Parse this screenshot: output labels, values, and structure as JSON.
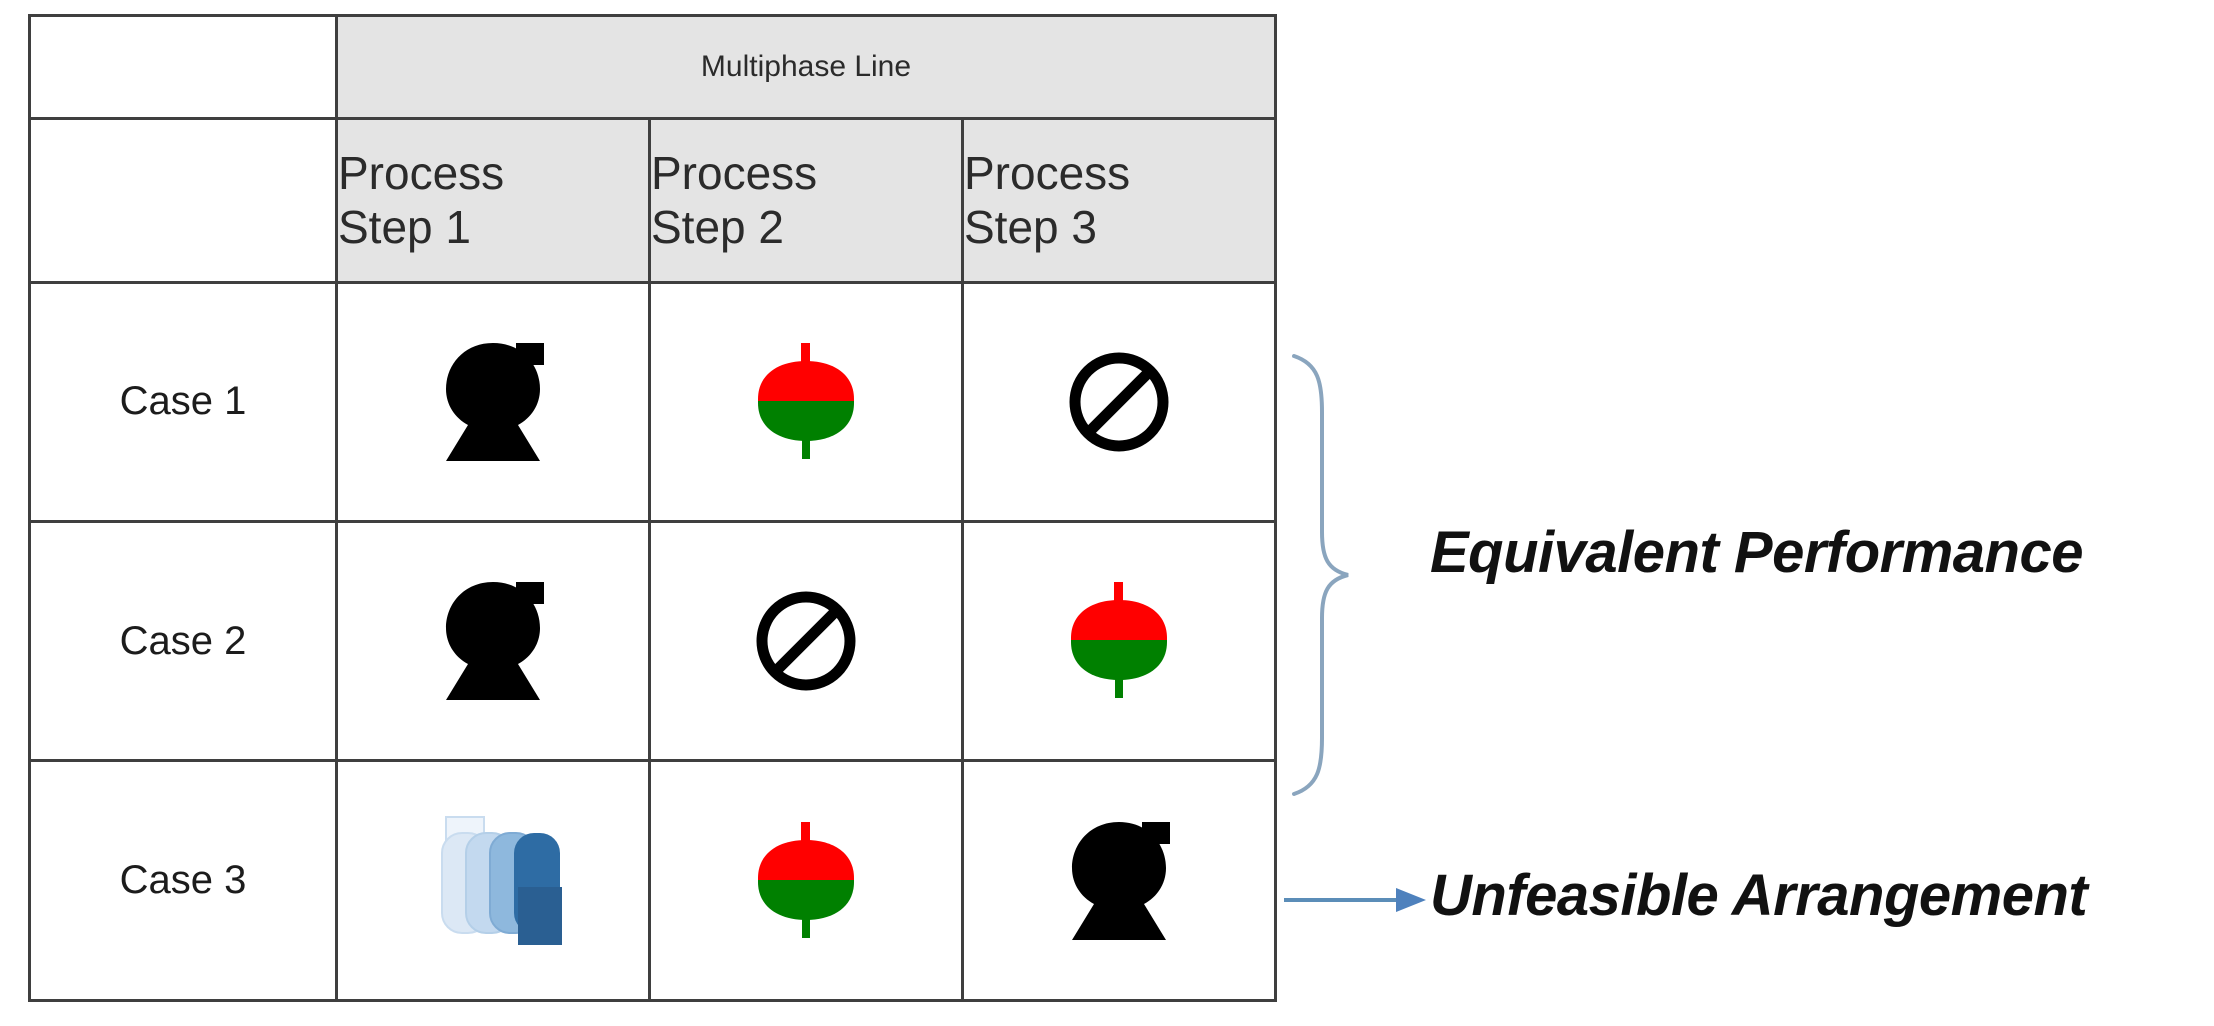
{
  "table": {
    "group_header": "Multiphase Line",
    "corner_label": "",
    "column_headers": [
      "Process Step 1",
      "Process Step 2",
      "Process Step 3"
    ],
    "column_headers_lines": [
      [
        "Process",
        "Step 1"
      ],
      [
        "Process",
        "Step 2"
      ],
      [
        "Process",
        "Step 3"
      ]
    ],
    "rows": [
      {
        "label": "Case 1",
        "cells": [
          {
            "icon": "black-vessel-icon"
          },
          {
            "icon": "red-green-separator-icon"
          },
          {
            "icon": "prohibition-icon"
          }
        ]
      },
      {
        "label": "Case 2",
        "cells": [
          {
            "icon": "black-vessel-icon"
          },
          {
            "icon": "prohibition-icon"
          },
          {
            "icon": "red-green-separator-icon"
          }
        ]
      },
      {
        "label": "Case 3",
        "cells": [
          {
            "icon": "blue-stack-icon"
          },
          {
            "icon": "red-green-separator-icon"
          },
          {
            "icon": "black-vessel-icon"
          }
        ]
      }
    ]
  },
  "annotations": {
    "brace_label": "Equivalent Performance",
    "arrow_label": "Unfeasible Arrangement"
  },
  "colors": {
    "header_fill": "#e4e4e4",
    "border": "#3f3f3f",
    "text": "#1c1c1c",
    "separator_red": "#ff0000",
    "separator_green": "#008000",
    "vessel_black": "#000000",
    "connector_blue": "#5b8db8",
    "arrow_blue": "#4e81bd",
    "stack_light": "#dce8f5",
    "stack_light2": "#c3d9ef",
    "stack_mid": "#8eb8dd",
    "stack_dark": "#2e6ca4"
  }
}
